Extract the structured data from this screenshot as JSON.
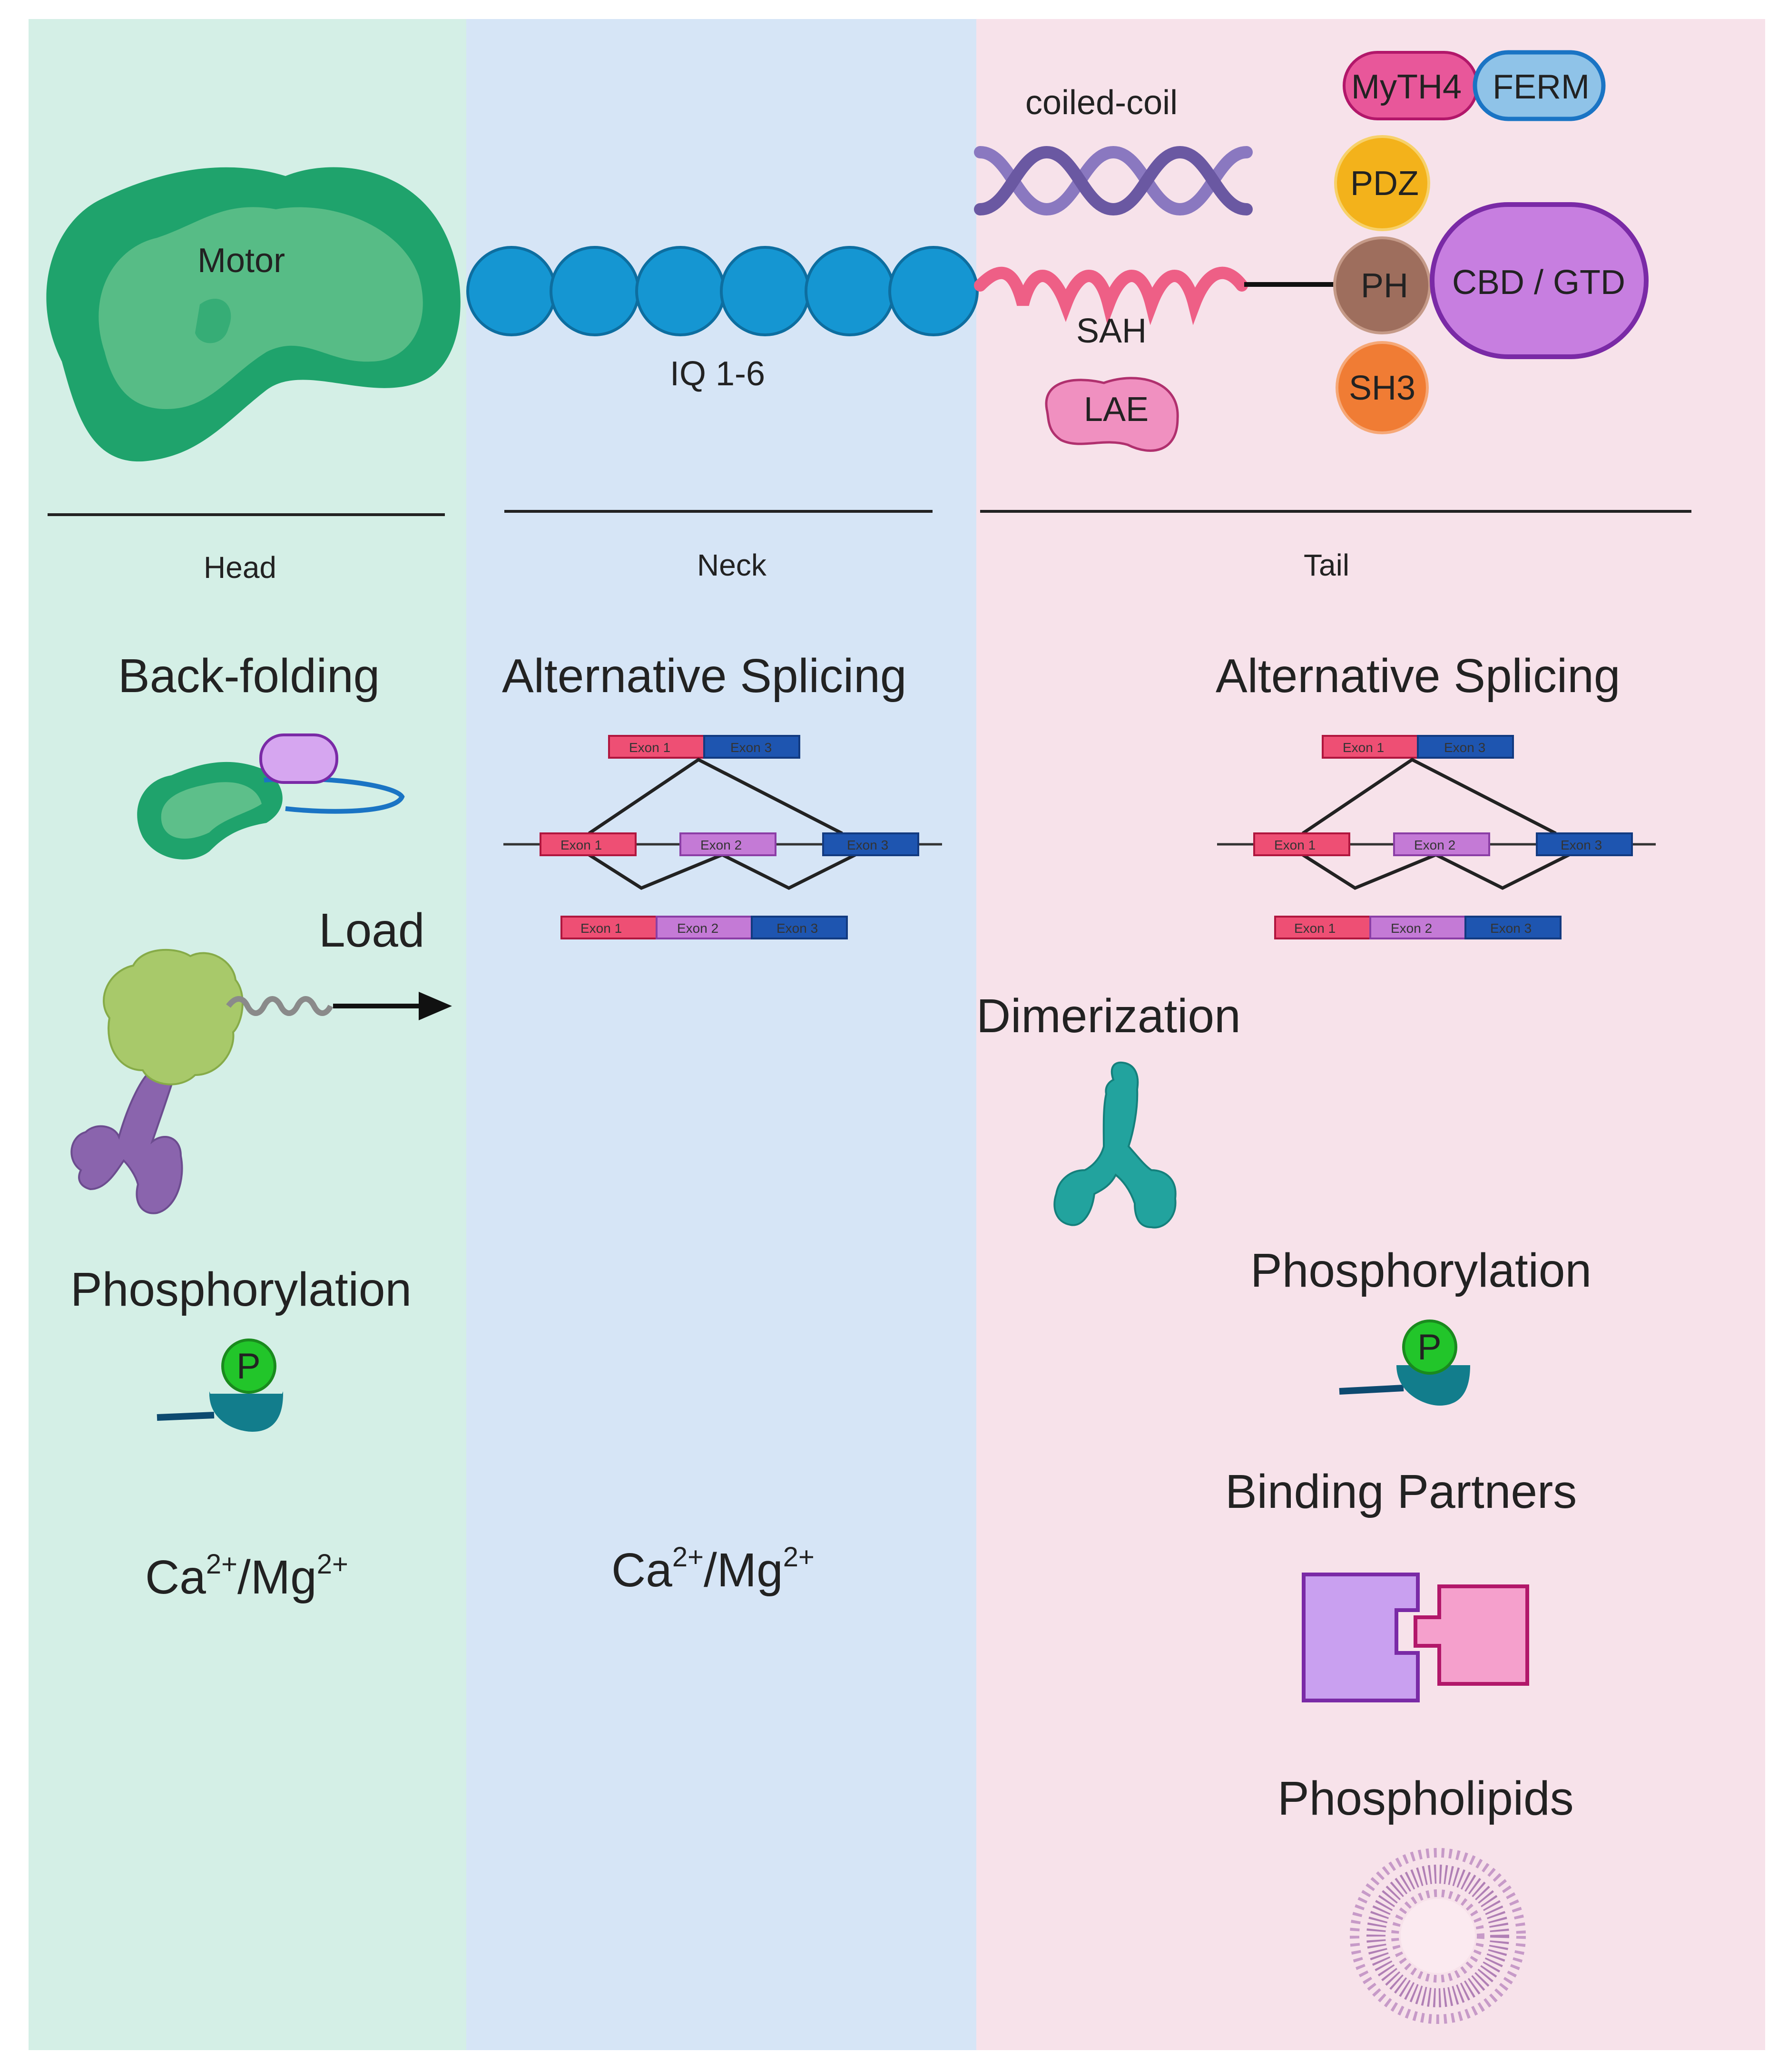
{
  "colors": {
    "head_bg": "#d4efe6",
    "neck_bg": "#d6e5f6",
    "tail_bg": "#f7e2ea",
    "motor": "#1fa36c",
    "iq_bead": "#1596d2",
    "sah": "#ee5f86",
    "coiled_coil": "#7b68b0",
    "myth4": "#e8579a",
    "ferm": "#3a8fd0",
    "pdz": "#f3b21b",
    "ph": "#9e6e5d",
    "sh3": "#f07c34",
    "cbd_gtd": "#c77ee0",
    "phospho_p": "#22c52a",
    "exon1": "#ee4f74",
    "exon2": "#c47ad6",
    "exon3": "#1e55b0"
  },
  "domains": {
    "motor": "Motor",
    "iq": "IQ 1-6",
    "coiled_coil": "coiled-coil",
    "sah": "SAH",
    "lae": "LAE",
    "myth4": "MyTH4",
    "ferm": "FERM",
    "pdz": "PDZ",
    "ph": "PH",
    "sh3": "SH3",
    "cbd_gtd": "CBD / GTD"
  },
  "regions": {
    "head": "Head",
    "neck": "Neck",
    "tail": "Tail"
  },
  "head": {
    "backfolding": "Back-folding",
    "load": "Load",
    "phosphorylation": "Phosphorylation",
    "p_symbol": "P",
    "ion_ca": "Ca",
    "ion_ca_sup": "2+",
    "ion_sep": "/Mg",
    "ion_mg_sup": "2+"
  },
  "neck": {
    "splicing": "Alternative Splicing",
    "ion_ca": "Ca",
    "ion_ca_sup": "2+",
    "ion_sep": "/Mg",
    "ion_mg_sup": "2+"
  },
  "tail": {
    "splicing": "Alternative Splicing",
    "dimerization": "Dimerization",
    "phosphorylation": "Phosphorylation",
    "p_symbol": "P",
    "binding": "Binding Partners",
    "phospholipids": "Phospholipids"
  },
  "exons": {
    "e1": "Exon 1",
    "e2": "Exon 2",
    "e3": "Exon 3"
  }
}
